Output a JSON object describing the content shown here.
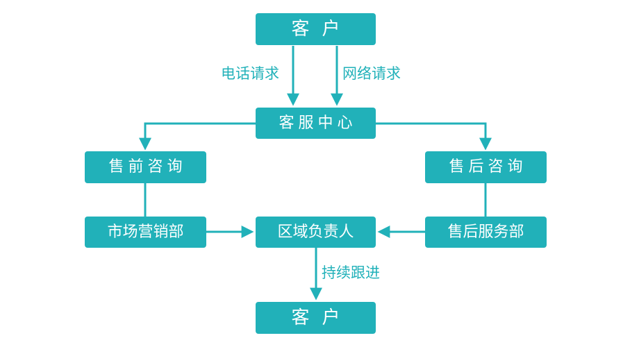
{
  "colors": {
    "node_fill": "#21b1b9",
    "node_text": "#ffffff",
    "line": "#21b1b9",
    "label_text": "#21b1b9"
  },
  "nodes": {
    "customer_top": "客户",
    "service_center": "客服中心",
    "presales": "售前咨询",
    "aftersales": "售后咨询",
    "marketing": "市场营销部",
    "regional_manager": "区域负责人",
    "aftersales_dept": "售后服务部",
    "customer_bottom": "客户"
  },
  "edges": {
    "phone_request": "电话请求",
    "web_request": "网络请求",
    "follow_up": "持续跟进"
  }
}
